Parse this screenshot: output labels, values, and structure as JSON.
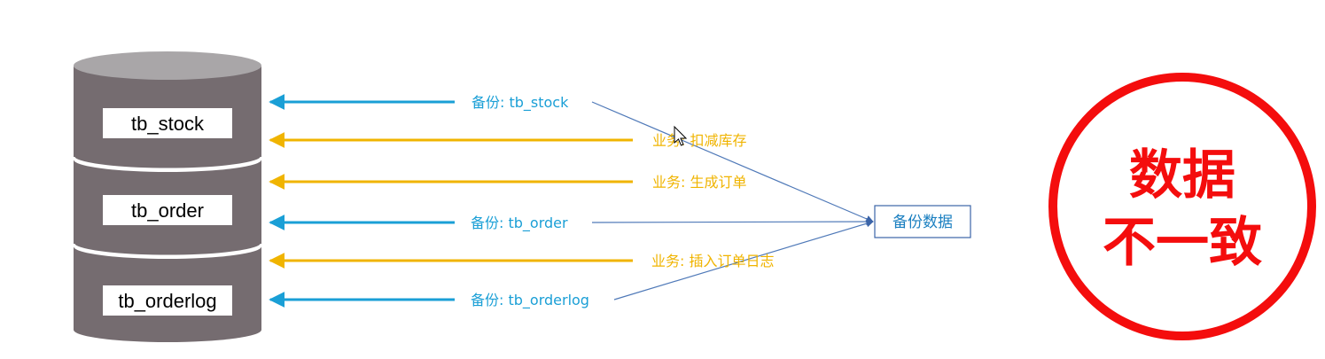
{
  "tables": {
    "stock": "tb_stock",
    "order": "tb_order",
    "orderlog": "tb_orderlog"
  },
  "flows": {
    "backup_stock": "备份: tb_stock",
    "business_deduct": "业务: 扣减库存",
    "business_create_order": "业务: 生成订单",
    "backup_order": "备份: tb_order",
    "business_insert_log": "业务: 插入订单日志",
    "backup_orderlog": "备份: tb_orderlog"
  },
  "backup_box": {
    "label": "备份数据"
  },
  "warning": {
    "line1": "数据",
    "line2": "不一致"
  },
  "colors": {
    "cylinder_body": "#756c70",
    "cylinder_top": "#a9a6a8",
    "backup_arrow": "#1a9fd6",
    "business_arrow": "#f0b400",
    "converge_line": "#4f79b8",
    "warning_red": "#f40d0d"
  }
}
